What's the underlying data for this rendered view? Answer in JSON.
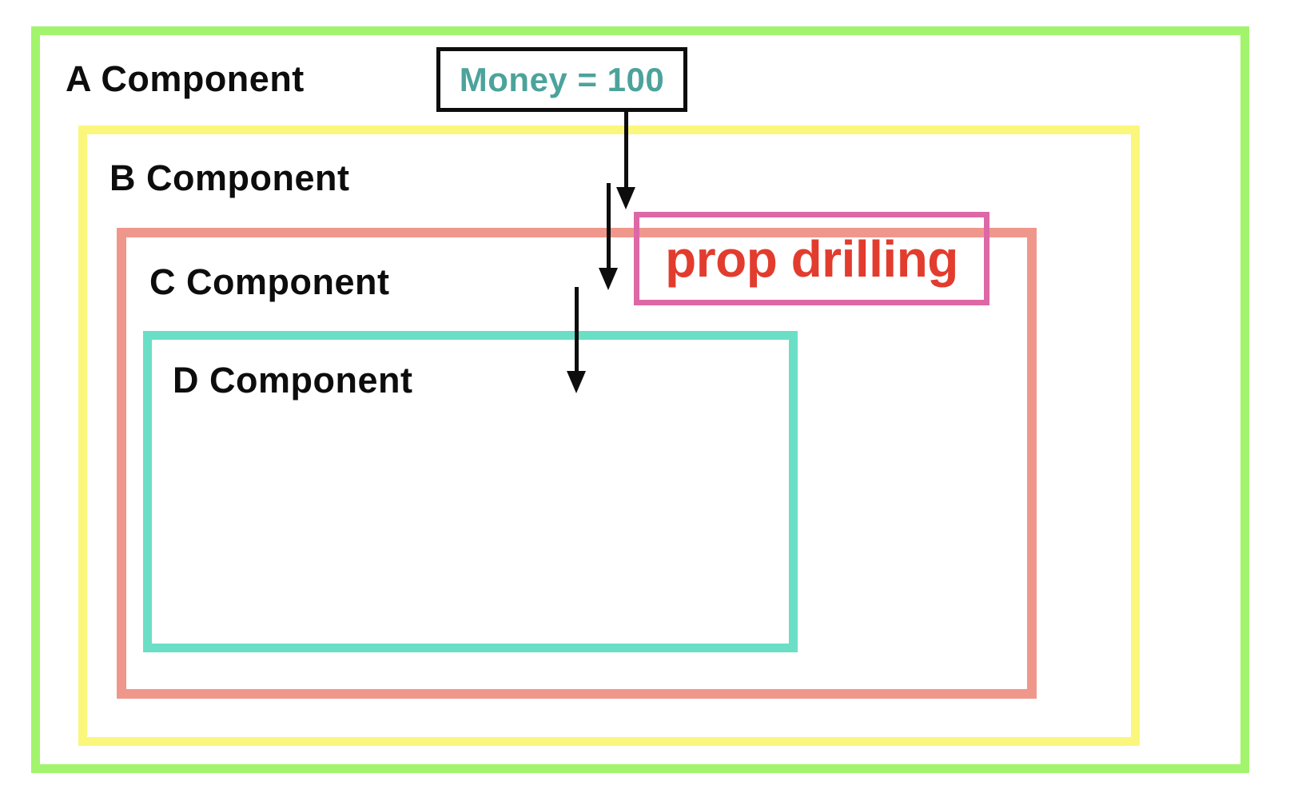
{
  "diagram": {
    "title": "prop drilling nested components diagram",
    "components": [
      {
        "id": "A",
        "label": "A Component",
        "border_color": "#a2f46d"
      },
      {
        "id": "B",
        "label": "B Component",
        "border_color": "#fbf77d"
      },
      {
        "id": "C",
        "label": "C Component",
        "border_color": "#f0978c"
      },
      {
        "id": "D",
        "label": "D Component",
        "border_color": "#6adfc6"
      }
    ],
    "money_box": {
      "label": "Money = 100",
      "text_color": "#4ca39b",
      "border_color": "#0d0d0d"
    },
    "prop_drilling_box": {
      "label": "prop drilling",
      "text_color": "#e23c2e",
      "border_color": "#dd68a6"
    },
    "arrows": {
      "count": 3,
      "color": "#0d0d0d",
      "direction": "down"
    }
  }
}
